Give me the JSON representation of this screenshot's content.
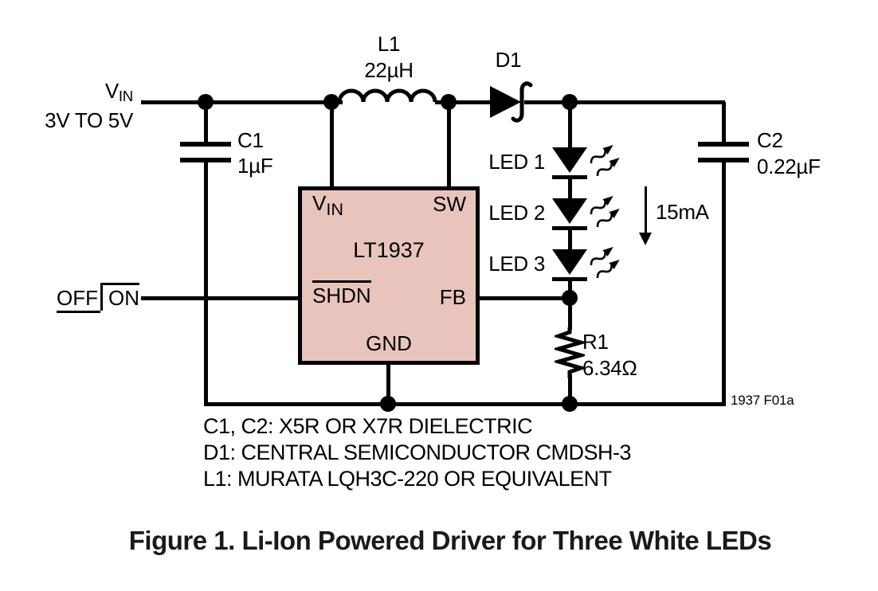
{
  "figure": {
    "caption": "Figure 1. Li-Ion Powered Driver for Three White LEDs",
    "figure_id": "1937 F01a"
  },
  "power_input": {
    "v": "V",
    "sub": "IN",
    "range": "3V TO 5V"
  },
  "control": {
    "off": "OFF",
    "on": "ON"
  },
  "components": {
    "c1": {
      "ref": "C1",
      "value": "1µF"
    },
    "c2": {
      "ref": "C2",
      "value": "0.22µF"
    },
    "l1": {
      "ref": "L1",
      "value": "22µH"
    },
    "d1": {
      "ref": "D1"
    },
    "r1": {
      "ref": "R1",
      "value": "6.34Ω"
    },
    "leds": [
      {
        "label": "LED 1"
      },
      {
        "label": "LED 2"
      },
      {
        "label": "LED 3"
      }
    ],
    "current": "15mA"
  },
  "ic": {
    "part": "LT1937",
    "pins": {
      "vin_v": "V",
      "vin_sub": "IN",
      "sw": "SW",
      "shdn": "SHDN",
      "fb": "FB",
      "gnd": "GND"
    }
  },
  "notes": [
    "C1, C2: X5R OR X7R DIELECTRIC",
    "D1: CENTRAL SEMICONDUCTOR CMDSH-3",
    "L1: MURATA LQH3C-220 OR EQUIVALENT"
  ],
  "colors": {
    "ic_fill": "#e9c4bc",
    "line": "#000000"
  }
}
